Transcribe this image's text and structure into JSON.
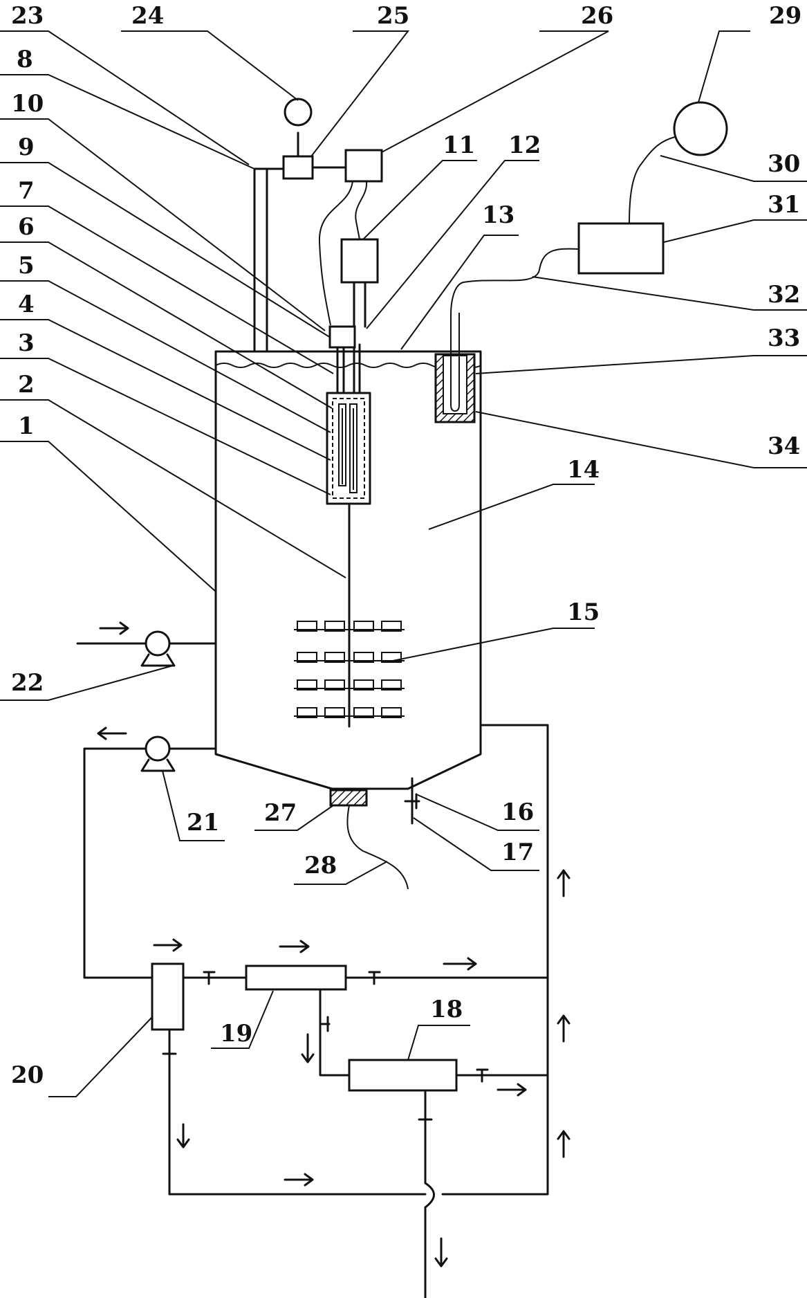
{
  "labels": {
    "l1": "1",
    "l2": "2",
    "l3": "3",
    "l4": "4",
    "l5": "5",
    "l6": "6",
    "l7": "7",
    "l8": "8",
    "l9": "9",
    "l10": "10",
    "l11": "11",
    "l12": "12",
    "l13": "13",
    "l14": "14",
    "l15": "15",
    "l16": "16",
    "l17": "17",
    "l18": "18",
    "l19": "19",
    "l20": "20",
    "l21": "21",
    "l22": "22",
    "l23": "23",
    "l24": "24",
    "l25": "25",
    "l26": "26",
    "l27": "27",
    "l28": "28",
    "l29": "29",
    "l30": "30",
    "l31": "31",
    "l32": "32",
    "l33": "33",
    "l34": "34"
  }
}
